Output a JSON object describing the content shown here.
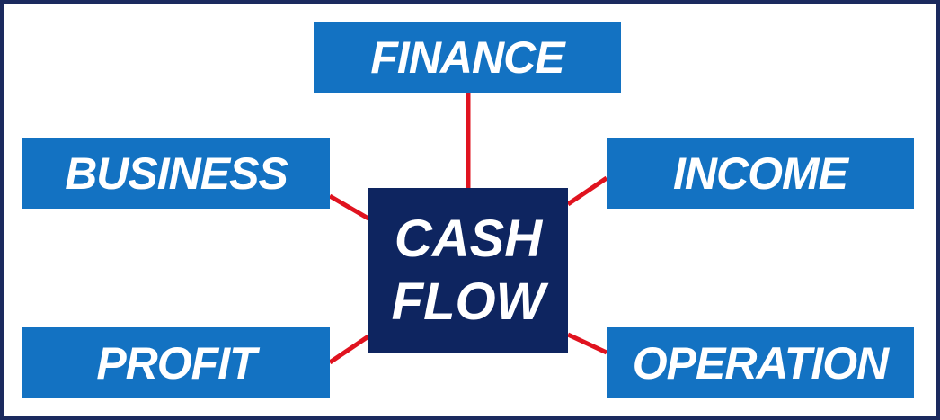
{
  "center": {
    "line1": "CASH",
    "line2": "FLOW"
  },
  "nodes": {
    "finance": "FINANCE",
    "business": "BUSINESS",
    "income": "INCOME",
    "profit": "PROFIT",
    "operation": "OPERATION"
  },
  "colors": {
    "node_fill": "#1372c2",
    "center_fill": "#0e2560",
    "connector": "#e0131f",
    "border": "#1b2a5e"
  }
}
